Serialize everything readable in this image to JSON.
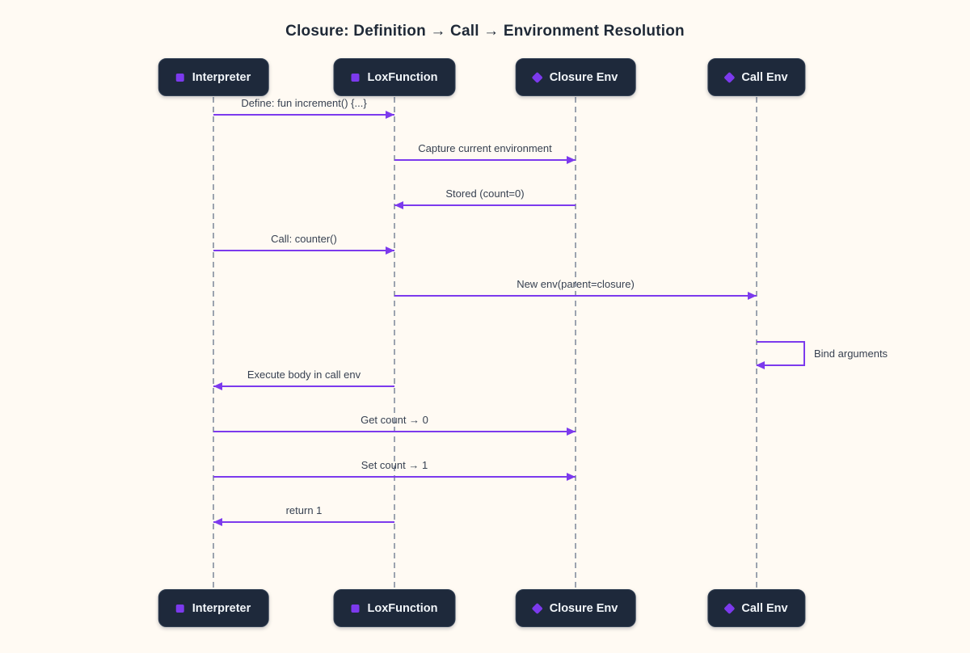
{
  "diagram": {
    "title": "Closure: Definition → Call → Environment Resolution",
    "type": "sequence-diagram",
    "colors": {
      "background": "#fffaf3",
      "actor_box": "#1e293b",
      "accent": "#7c3aed",
      "lifeline": "#9ca3af",
      "label_text": "#374151",
      "title_text": "#1f2937"
    },
    "actors": [
      {
        "name": "Interpreter",
        "icon": "square-icon"
      },
      {
        "name": "LoxFunction",
        "icon": "square-icon"
      },
      {
        "name": "Closure Env",
        "icon": "diamond-icon"
      },
      {
        "name": "Call Env",
        "icon": "diamond-icon"
      }
    ],
    "messages": [
      {
        "label": "Define: fun increment() {...}",
        "from": "Interpreter",
        "to": "LoxFunction",
        "direction": "right"
      },
      {
        "label": "Capture current environment",
        "from": "LoxFunction",
        "to": "Closure Env",
        "direction": "right"
      },
      {
        "label": "Stored (count=0)",
        "from": "Closure Env",
        "to": "LoxFunction",
        "direction": "left"
      },
      {
        "label": "Call: counter()",
        "from": "Interpreter",
        "to": "LoxFunction",
        "direction": "right"
      },
      {
        "label": "New env(parent=closure)",
        "from": "LoxFunction",
        "to": "Call Env",
        "direction": "right"
      },
      {
        "label": "Bind arguments",
        "from": "Call Env",
        "to": "Call Env",
        "direction": "self"
      },
      {
        "label": "Execute body in call env",
        "from": "LoxFunction",
        "to": "Interpreter",
        "direction": "left"
      },
      {
        "label": "Get count → 0",
        "from": "Interpreter",
        "to": "Closure Env",
        "direction": "right"
      },
      {
        "label": "Set count → 1",
        "from": "Interpreter",
        "to": "Closure Env",
        "direction": "right"
      },
      {
        "label": "return 1",
        "from": "LoxFunction",
        "to": "Interpreter",
        "direction": "left"
      }
    ]
  }
}
